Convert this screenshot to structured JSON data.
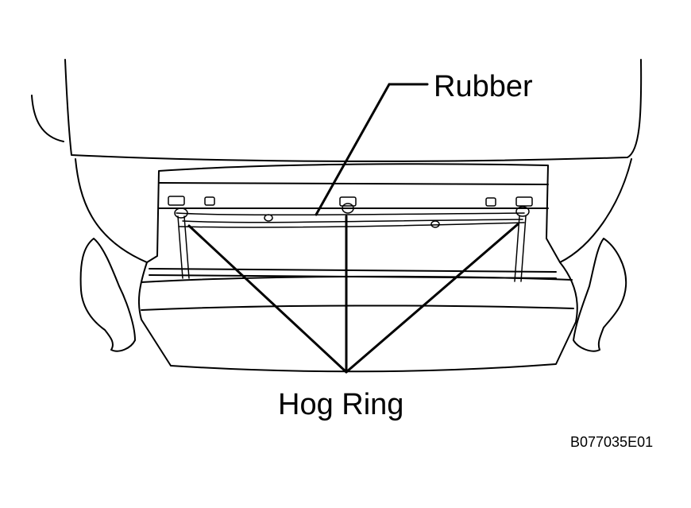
{
  "labels": {
    "rubber": "Rubber",
    "hog_ring": "Hog Ring",
    "figure_code": "B077035E01"
  }
}
